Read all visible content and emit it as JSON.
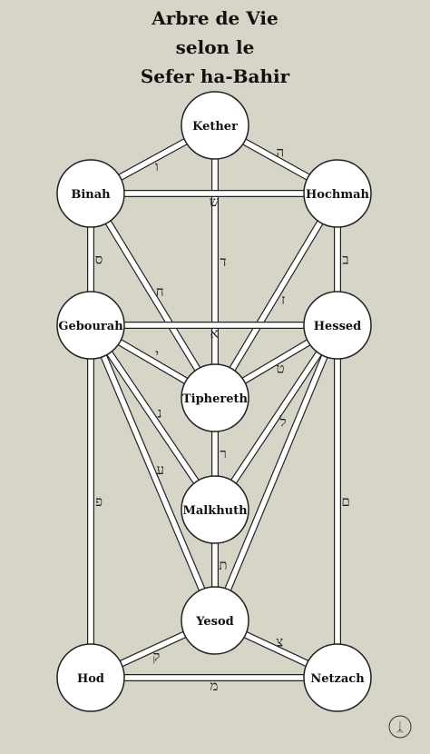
{
  "title": [
    "Arbre de Vie",
    "selon le",
    "Sefer ha-Bahir"
  ],
  "signature": "ᛣ",
  "sefirot": [
    {
      "id": "kether",
      "name": "Kether"
    },
    {
      "id": "binah",
      "name": "Binah"
    },
    {
      "id": "hochmah",
      "name": "Hochmah"
    },
    {
      "id": "gebourah",
      "name": "Gebourah"
    },
    {
      "id": "hessed",
      "name": "Hessed"
    },
    {
      "id": "tiphereth",
      "name": "Tiphereth"
    },
    {
      "id": "malkhuth",
      "name": "Malkhuth"
    },
    {
      "id": "yesod",
      "name": "Yesod"
    },
    {
      "id": "hod",
      "name": "Hod"
    },
    {
      "id": "netzach",
      "name": "Netzach"
    }
  ],
  "paths": [
    {
      "from": "kether",
      "to": "binah",
      "letter": "ו"
    },
    {
      "from": "kether",
      "to": "hochmah",
      "letter": "ה"
    },
    {
      "from": "kether",
      "to": "tiphereth",
      "letter": "ד"
    },
    {
      "from": "binah",
      "to": "hochmah",
      "letter": "ש"
    },
    {
      "from": "binah",
      "to": "gebourah",
      "letter": "ס"
    },
    {
      "from": "binah",
      "to": "tiphereth",
      "letter": "ח"
    },
    {
      "from": "hochmah",
      "to": "hessed",
      "letter": "ב"
    },
    {
      "from": "hochmah",
      "to": "tiphereth",
      "letter": "ז"
    },
    {
      "from": "gebourah",
      "to": "hessed",
      "letter": "א"
    },
    {
      "from": "gebourah",
      "to": "tiphereth",
      "letter": "י"
    },
    {
      "from": "hessed",
      "to": "tiphereth",
      "letter": "ט"
    },
    {
      "from": "gebourah",
      "to": "malkhuth",
      "letter": "נ"
    },
    {
      "from": "hessed",
      "to": "malkhuth",
      "letter": "ל"
    },
    {
      "from": "gebourah",
      "to": "yesod",
      "letter": "ע"
    },
    {
      "from": "hessed",
      "to": "yesod",
      "letter": ""
    },
    {
      "from": "gebourah",
      "to": "hod",
      "letter": "פ"
    },
    {
      "from": "hessed",
      "to": "netzach",
      "letter": "ם"
    },
    {
      "from": "tiphereth",
      "to": "malkhuth",
      "letter": "ר"
    },
    {
      "from": "malkhuth",
      "to": "yesod",
      "letter": "ת"
    },
    {
      "from": "yesod",
      "to": "hod",
      "letter": "ק"
    },
    {
      "from": "yesod",
      "to": "netzach",
      "letter": "צ"
    },
    {
      "from": "hod",
      "to": "netzach",
      "letter": "מ"
    }
  ]
}
